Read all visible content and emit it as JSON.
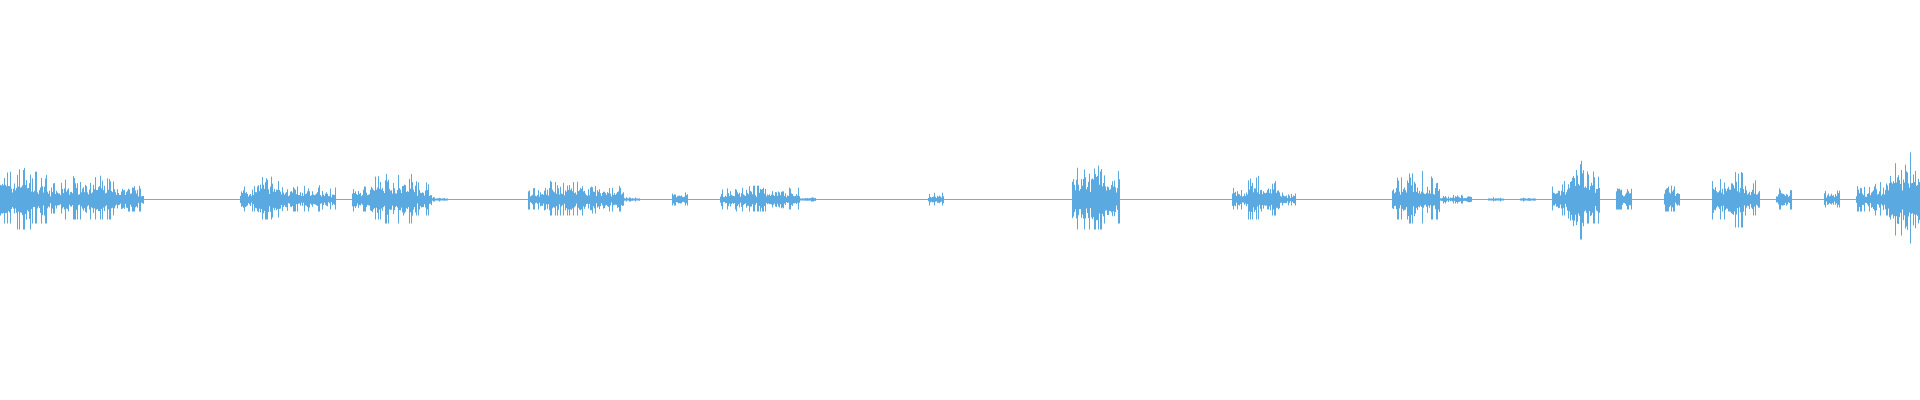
{
  "chart_data": {
    "type": "area",
    "title": "",
    "xlabel": "",
    "ylabel": "",
    "symmetric": true,
    "ylim": [
      -1,
      1
    ],
    "grid": false,
    "legend": "none",
    "color": "#5aa9e0",
    "amplitude_envelope": [
      0.12,
      0.15,
      0.12,
      0.07,
      0.1,
      0.1,
      0.1,
      0.08,
      0.06,
      0.003,
      0.003,
      0.003,
      0.003,
      0.003,
      0.003,
      0.06,
      0.1,
      0.09,
      0.06,
      0.06,
      0.05,
      0.003,
      0.06,
      0.1,
      0.12,
      0.12,
      0.08,
      0.01,
      0.003,
      0.003,
      0.003,
      0.003,
      0.003,
      0.05,
      0.08,
      0.08,
      0.08,
      0.07,
      0.06,
      0.01,
      0.003,
      0.003,
      0.03,
      0.003,
      0.003,
      0.05,
      0.06,
      0.06,
      0.07,
      0.05,
      0.01,
      0.003,
      0.003,
      0.003,
      0.003,
      0.003,
      0.003,
      0.003,
      0.03,
      0.003,
      0.003,
      0.003,
      0.003,
      0.003,
      0.003,
      0.003,
      0.003,
      0.15,
      0.15,
      0.12,
      0.003,
      0.003,
      0.003,
      0.003,
      0.003,
      0.003,
      0.003,
      0.05,
      0.1,
      0.08,
      0.03,
      0.003,
      0.003,
      0.003,
      0.003,
      0.003,
      0.003,
      0.1,
      0.12,
      0.1,
      0.02,
      0.02,
      0.003,
      0.01,
      0.003,
      0.01,
      0.003,
      0.08,
      0.2,
      0.12,
      0.003,
      0.05,
      0.003,
      0.003,
      0.06,
      0.003,
      0.003,
      0.1,
      0.14,
      0.08,
      0.003,
      0.05,
      0.003,
      0.003,
      0.04,
      0.003,
      0.06,
      0.08,
      0.18,
      0.22
    ]
  }
}
